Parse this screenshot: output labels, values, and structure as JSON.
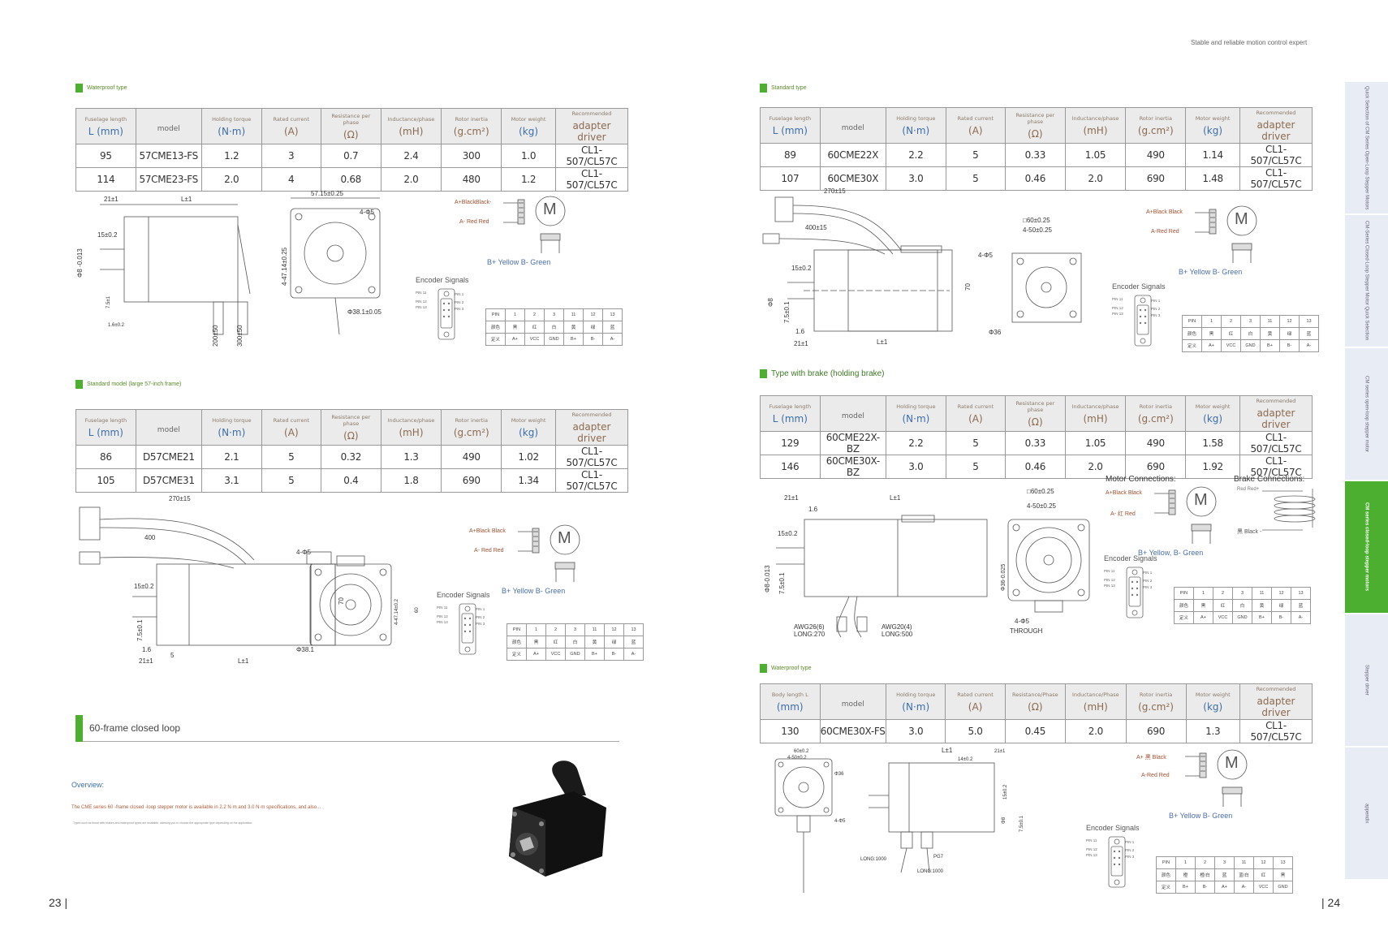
{
  "tagline": "Stable and reliable motion control expert",
  "page_left": "23 |",
  "page_right": "| 24",
  "side_tabs": [
    {
      "label": "Quick Selection of CM Series Open-Loop Stepper Motors",
      "active": false
    },
    {
      "label": "CM-Series Closed-Loop Stepper Motor Quick Selection",
      "active": false
    },
    {
      "label": "CM series open-loop stepper motor",
      "active": false
    },
    {
      "label": "CM series closed-loop stepper motors",
      "active": true
    },
    {
      "label": "Stepper driver",
      "active": false
    },
    {
      "label": "appendix",
      "active": false
    }
  ],
  "headers": {
    "std": [
      [
        "Fuselage length",
        "L (mm)"
      ],
      [
        "model",
        ""
      ],
      [
        "Holding torque",
        "(N·m)"
      ],
      [
        "Rated current",
        "(A)"
      ],
      [
        "Resistance per phase",
        "(Ω)"
      ],
      [
        "Inductance/phase",
        "(mH)"
      ],
      [
        "Rotor inertia",
        "(g.cm²)"
      ],
      [
        "Motor weight",
        "(kg)"
      ],
      [
        "Recommended",
        "adapter driver"
      ]
    ],
    "body": [
      [
        "Body length L",
        "(mm)"
      ],
      [
        "model",
        ""
      ],
      [
        "Holding torque",
        "(N·m)"
      ],
      [
        "Rated current",
        "(A)"
      ],
      [
        "Resistance/Phase",
        "(Ω)"
      ],
      [
        "Inductance/Phase",
        "(mH)"
      ],
      [
        "Rotor inertia",
        "(g.cm²)"
      ],
      [
        "Motor weight",
        "(kg)"
      ],
      [
        "Recommended",
        "adapter driver"
      ]
    ]
  },
  "left": {
    "waterproof": {
      "title": "Waterproof type",
      "rows": [
        [
          "95",
          "57CME13-FS",
          "1.2",
          "3",
          "0.7",
          "2.4",
          "300",
          "1.0",
          "CL1-507/CL57C"
        ],
        [
          "114",
          "57CME23-FS",
          "2.0",
          "4",
          "0.68",
          "2.0",
          "480",
          "1.2",
          "CL1-507/CL57C"
        ]
      ]
    },
    "standard": {
      "title": "Standard model (large 57-inch frame)",
      "rows": [
        [
          "86",
          "D57CME21",
          "2.1",
          "5",
          "0.32",
          "1.3",
          "490",
          "1.02",
          "CL1-507/CL57C"
        ],
        [
          "105",
          "D57CME31",
          "3.1",
          "5",
          "0.4",
          "1.8",
          "690",
          "1.34",
          "CL1-507/CL57C"
        ]
      ]
    },
    "drawing1": {
      "d1": "21±1",
      "d2": "L±1",
      "d3": "15±0.2",
      "d4": "Φ8 -0.013",
      "d5": "7.5±1",
      "d6": "1.6±0.2",
      "d7": "57.15±0.25",
      "d8": "4-Φ5",
      "d9": "4-47.14±0.25",
      "d10": "Φ38.1±0.05",
      "d11": "200±50",
      "d12": "300±50"
    },
    "drawing2": {
      "d1": "270±15",
      "d2": "400",
      "d3": "15±0.2",
      "d4": "7.5±0.1",
      "d5": "1.6",
      "d6": "21±1",
      "d7": "5",
      "d8": "L±1",
      "d9": "70",
      "d10": "4-Φ5",
      "d11": "Φ38.1",
      "d12": "4-47.14±0.2",
      "d13": "60"
    },
    "section60": "60-frame closed loop",
    "overview_title": "Overview:",
    "overview_text": "The CME series 60 -frame closed -loop stepper motor is available in 2.2 N·m and 3.0 N·m specifications, and also...",
    "overview_small": "Types such as those with brakes and waterproof types are available, allowing you to choose the appropriate type depending on the application."
  },
  "right": {
    "standard": {
      "title": "Standard type",
      "rows": [
        [
          "89",
          "60CME22X",
          "2.2",
          "5",
          "0.33",
          "1.05",
          "490",
          "1.14",
          "CL1-507/CL57C"
        ],
        [
          "107",
          "60CME30X",
          "3.0",
          "5",
          "0.46",
          "2.0",
          "690",
          "1.48",
          "CL1-507/CL57C"
        ]
      ]
    },
    "brake": {
      "title": "Type with brake (holding brake)",
      "rows": [
        [
          "129",
          "60CME22X-BZ",
          "2.2",
          "5",
          "0.33",
          "1.05",
          "490",
          "1.58",
          "CL1-507/CL57C"
        ],
        [
          "146",
          "60CME30X-BZ",
          "3.0",
          "5",
          "0.46",
          "2.0",
          "690",
          "1.92",
          "CL1-507/CL57C"
        ]
      ]
    },
    "waterproof": {
      "title": "Waterproof type",
      "rows": [
        [
          "130",
          "60CME30X-FS",
          "3.0",
          "5.0",
          "0.45",
          "2.0",
          "690",
          "1.3",
          "CL1-507/CL57C"
        ]
      ]
    },
    "drawing3": {
      "d1": "270±15",
      "d2": "400±15",
      "d3": "15±0.2",
      "d4": "Φ8",
      "d5": "7.5±0.1",
      "d6": "1.6",
      "d7": "21±1",
      "d8": "L±1",
      "d9": "70",
      "d10": "□60±0.25",
      "d11": "4-50±0.25",
      "d12": "4-Φ5",
      "d13": "Φ36"
    },
    "drawing4": {
      "d1": "21±1",
      "d2": "1.6",
      "d3": "L±1",
      "d4": "15±0.2",
      "d5": "Φ8-0.013",
      "d6": "7.5±0.1",
      "d7": "AWG26(6)",
      "d8": "LONG:270",
      "d9": "AWG20(4)",
      "d10": "LONG:500",
      "d11": "□60±0.25",
      "d12": "4-50±0.25",
      "d13": "Φ36-0.025",
      "d14": "4-Φ5",
      "d15": "THROUGH"
    },
    "drawing5": {
      "d1": "60±0.2",
      "d2": "4-50±0.2",
      "d3": "Φ36",
      "d4": "4-Φ5",
      "d5": "L±1",
      "d6": "14±0.2",
      "d7": "21±1",
      "d8": "15±0.2",
      "d9": "Φ8",
      "d10": "7.5±0.1",
      "d11": "LONG:1000",
      "d12": "PG7",
      "d13": "LONG:1000"
    },
    "motor_conn_title": "Motor Connections:",
    "brake_conn_title": "Brake Connections:",
    "brake_red": "Red Red+",
    "brake_black": "黑 Black -"
  },
  "wiring": {
    "w1": {
      "a_plus": "A+BlackBlack-",
      "a_minus": "A- Red Red",
      "b": "B+ Yellow B- Green"
    },
    "w2": {
      "a_plus": "A+Black Black",
      "a_minus": "A- Red Red",
      "b": "B+ Yellow B- Green"
    },
    "w3": {
      "a_plus": "A+Black Black",
      "a_minus": "A-Red Red",
      "b": "B+ Yellow B- Green"
    },
    "w4": {
      "a_plus": "A+Black Black",
      "a_minus": "A- 红 Red",
      "b": "B+ Yellow, B- Green"
    },
    "w5": {
      "a_plus": "A+ 黑 Black",
      "a_minus": "A-Red Red",
      "b": "B+ Yellow B- Green"
    },
    "motor_letter": "M"
  },
  "encoder": {
    "title": "Encoder Signals",
    "pins": [
      "PIN 11",
      "PIN 12",
      "PIN 13",
      "PIN 1",
      "PIN 2",
      "PIN 3"
    ]
  },
  "pin_tables": {
    "std": [
      [
        "PIN",
        "1",
        "2",
        "3",
        "11",
        "12",
        "13"
      ],
      [
        "颜色",
        "黑",
        "红",
        "白",
        "黄",
        "绿",
        "蓝"
      ],
      [
        "定义",
        "A+",
        "VCC",
        "GND",
        "B+",
        "B-",
        "A-"
      ]
    ],
    "fs": [
      [
        "PIN",
        "1",
        "2",
        "3",
        "11",
        "12",
        "13"
      ],
      [
        "颜色",
        "橙",
        "橙/白",
        "蓝",
        "蓝/白",
        "红",
        "黑"
      ],
      [
        "定义",
        "B+",
        "B-",
        "A+",
        "A-",
        "VCC",
        "GND"
      ]
    ]
  }
}
